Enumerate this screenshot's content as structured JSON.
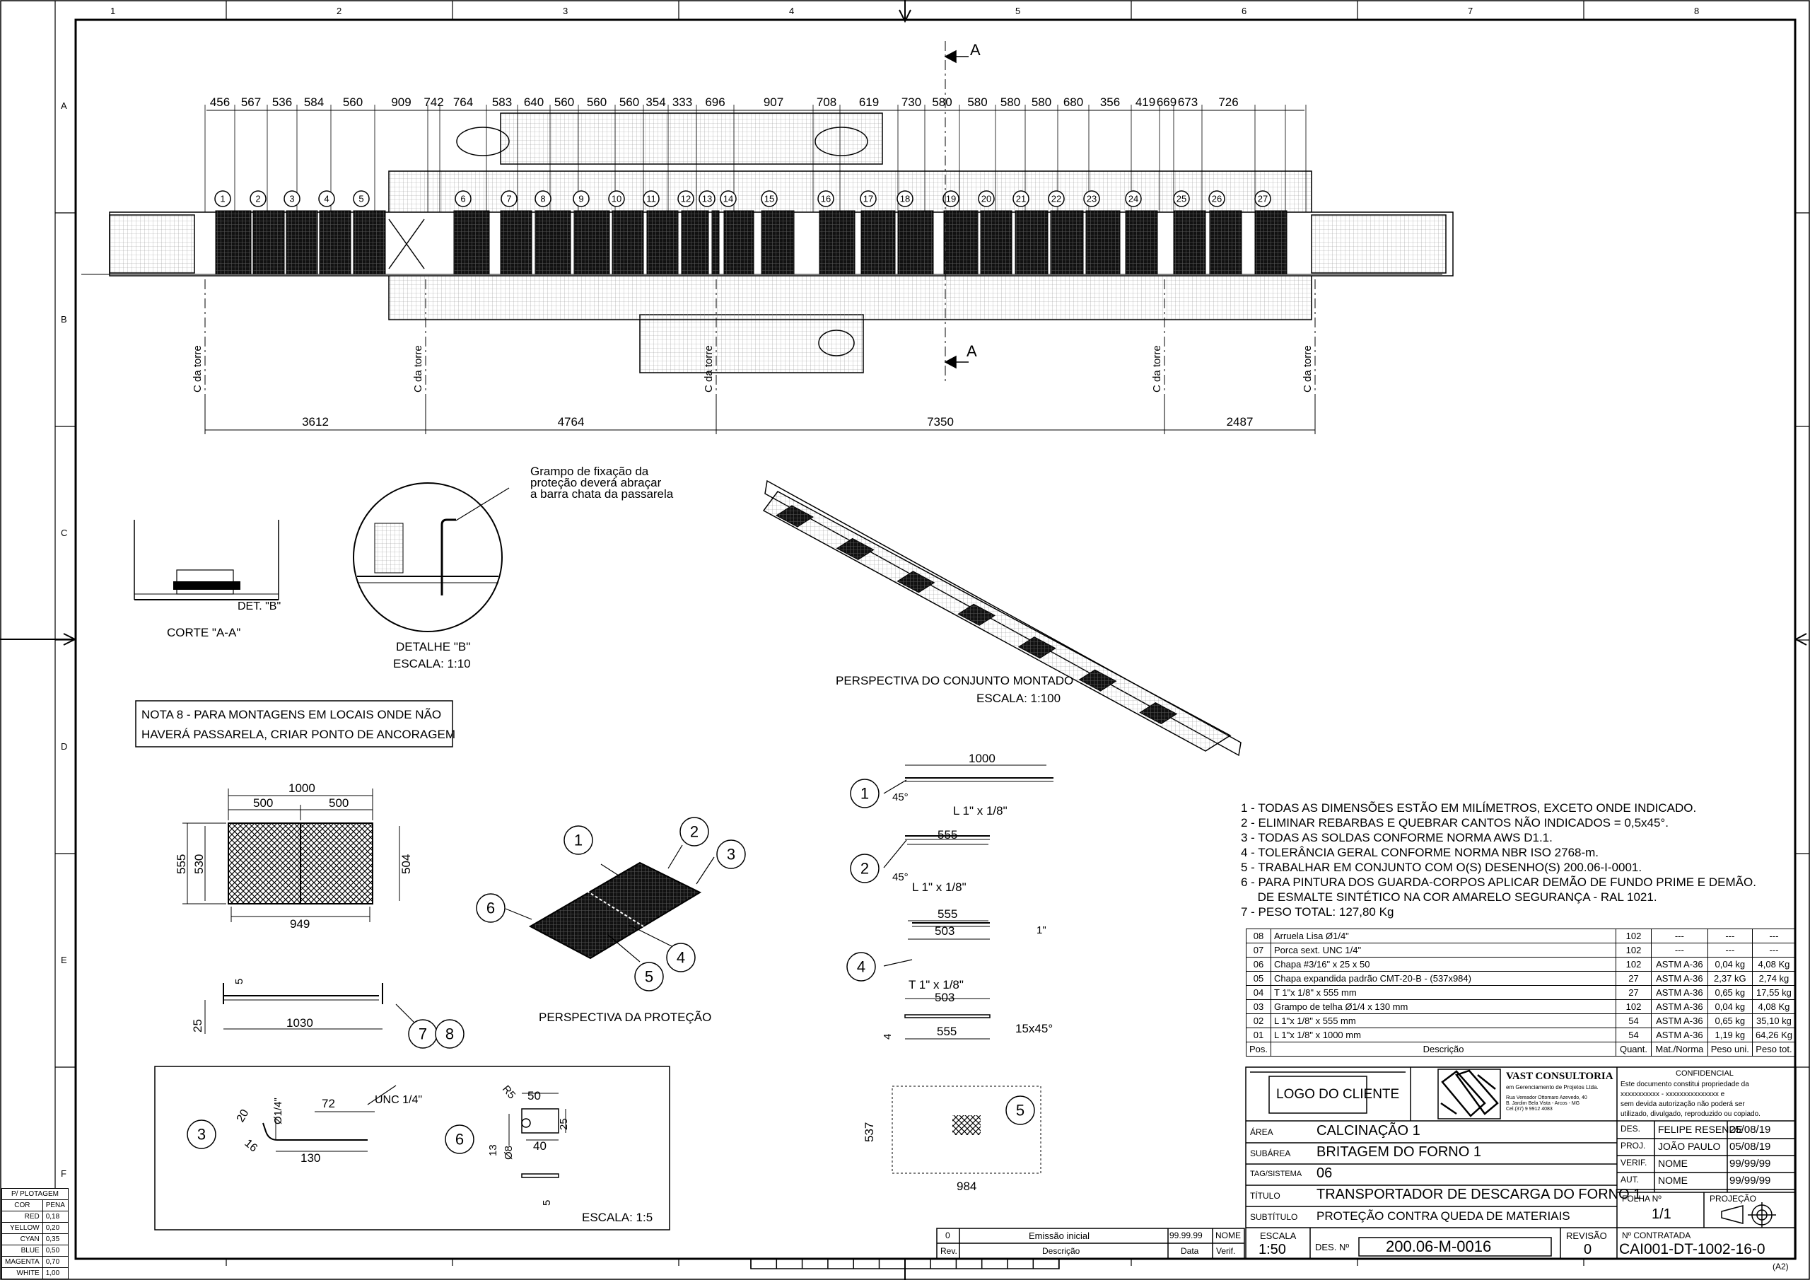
{
  "frame": {
    "columns": [
      "1",
      "2",
      "3",
      "4",
      "5",
      "6",
      "7",
      "8"
    ],
    "rows": [
      "A",
      "B",
      "C",
      "D",
      "E",
      "F"
    ]
  },
  "plan": {
    "top_dims": [
      "456",
      "567",
      "536",
      "584",
      "560",
      "909",
      "742",
      "764",
      "583",
      "640",
      "560",
      "560",
      "560",
      "354",
      "333",
      "696",
      "907",
      "708",
      "619",
      "730",
      "580",
      "580",
      "580",
      "580",
      "680",
      "356",
      "419",
      "669",
      "673",
      "726"
    ],
    "item_numbers": [
      "1",
      "2",
      "3",
      "4",
      "5",
      "6",
      "7",
      "8",
      "9",
      "10",
      "11",
      "12",
      "13",
      "14",
      "15",
      "16",
      "17",
      "18",
      "19",
      "20",
      "21",
      "22",
      "23",
      "24",
      "25",
      "26",
      "27"
    ],
    "bottom_dims": [
      "3612",
      "4764",
      "7350",
      "2487"
    ],
    "section_label": "A",
    "tower_label": "C da torre"
  },
  "views": {
    "corte_title": "CORTE \"A-A\"",
    "det_b_ref": "DET. \"B\"",
    "detalhe_title": "DETALHE \"B\"",
    "detalhe_scale": "ESCALA: 1:10",
    "grampo_note_1": "Grampo de fixação da",
    "grampo_note_2": "proteção deverá abraçar",
    "grampo_note_3": "a barra chata da passarela",
    "persp_title": "PERSPECTIVA DO CONJUNTO MONTADO",
    "persp_scale": "ESCALA: 1:100",
    "nota8_1": "NOTA 8 - PARA MONTAGENS EM LOCAIS ONDE NÃO",
    "nota8_2": "HAVERÁ PASSARELA, CRIAR PONTO DE ANCORAGEM",
    "protecao_title": "PERSPECTIVA DA PROTEÇÃO",
    "escala_15": "ESCALA: 1:5"
  },
  "parts": {
    "panel_w": "1000",
    "panel_half": "500",
    "panel_h1": "555",
    "panel_h2": "530",
    "panel_h3": "504",
    "panel_inner": "949",
    "side_len": "1030",
    "side_h": "25",
    "side_t": "5",
    "p1_len": "1000",
    "p1_prof": "L 1\" x 1/8\"",
    "angle": "45°",
    "p2_len": "555",
    "p2_prof": "L 1\" x 1/8\"",
    "p4_len1": "555",
    "p4_len2": "503",
    "p4_prof": "T 1\" x 1/8\"",
    "p4_t": "1\"",
    "p4b_len1": "503",
    "p4b_len2": "555",
    "p4b_ch": "15x45°",
    "p4b_h": "4",
    "p5_w": "984",
    "p5_h": "537",
    "p3_72": "72",
    "p3_130": "130",
    "p3_20": "20",
    "p3_16": "16",
    "p3_d": "Ø1/4\"",
    "p3_unc": "UNC 1/4\"",
    "p6_r5": "R5",
    "p6_50": "50",
    "p6_25": "25",
    "p6_40": "40",
    "p6_13": "13",
    "p6_d8": "Ø8",
    "p6_5": "5",
    "bubbles_persp": [
      "1",
      "2",
      "3",
      "4",
      "5",
      "6"
    ],
    "bubbles_side": [
      "7",
      "8"
    ]
  },
  "notes": [
    "1 - TODAS AS DIMENSÕES ESTÃO EM MILÍMETROS, EXCETO ONDE INDICADO.",
    "2 - ELIMINAR REBARBAS E QUEBRAR CANTOS NÃO INDICADOS = 0,5x45°.",
    "3 - TODAS AS SOLDAS CONFORME NORMA AWS D1.1.",
    "4 - TOLERÂNCIA GERAL CONFORME NORMA NBR ISO 2768-m.",
    "5 - TRABALHAR EM CONJUNTO COM O(S) DESENHO(S) 200.06-I-0001.",
    "6 - PARA PINTURA DOS GUARDA-CORPOS APLICAR DEMÃO DE FUNDO PRIME E DEMÃO.",
    "     DE ESMALTE SINTÉTICO NA COR AMARELO SEGURANÇA - RAL 1021.",
    "7 - PESO TOTAL: 127,80 Kg"
  ],
  "bom": {
    "rows": [
      {
        "pos": "08",
        "desc": "Arruela Lisa Ø1/4\"",
        "qty": "102",
        "mat": "---",
        "unit": "---",
        "total": "---"
      },
      {
        "pos": "07",
        "desc": "Porca sext. UNC 1/4\"",
        "qty": "102",
        "mat": "---",
        "unit": "---",
        "total": "---"
      },
      {
        "pos": "06",
        "desc": "Chapa #3/16\" x 25 x 50",
        "qty": "102",
        "mat": "ASTM A-36",
        "unit": "0,04 kg",
        "total": "4,08 Kg"
      },
      {
        "pos": "05",
        "desc": "Chapa expandida padrão CMT-20-B - (537x984)",
        "qty": "27",
        "mat": "ASTM A-36",
        "unit": "2,37 kG",
        "total": "2,74 kg"
      },
      {
        "pos": "04",
        "desc": "T 1\"x 1/8\" x 555 mm",
        "qty": "27",
        "mat": "ASTM A-36",
        "unit": "0,65 kg",
        "total": "17,55 kg"
      },
      {
        "pos": "03",
        "desc": "Grampo de telha Ø1/4 x 130 mm",
        "qty": "102",
        "mat": "ASTM A-36",
        "unit": "0,04 kg",
        "total": "4,08 Kg"
      },
      {
        "pos": "02",
        "desc": "L 1\"x 1/8\" x 555 mm",
        "qty": "54",
        "mat": "ASTM A-36",
        "unit": "0,65 kg",
        "total": "35,10 kg"
      },
      {
        "pos": "01",
        "desc": "L 1\"x 1/8\" x 1000 mm",
        "qty": "54",
        "mat": "ASTM A-36",
        "unit": "1,19 kg",
        "total": "64,26 Kg"
      }
    ],
    "headers": {
      "pos": "Pos.",
      "desc": "Descrição",
      "qty": "Quant.",
      "mat": "Mat./Norma",
      "unit": "Peso uni.",
      "total": "Peso tot."
    }
  },
  "title_block": {
    "logo_cliente": "LOGO DO CLIENTE",
    "company": "VAST CONSULTORIA",
    "company_sub": "em Gerenciamento de Projetos Ltda.",
    "company_addr1": "Rua Vereador Ottomaro Azevedo, 40",
    "company_addr2": "B. Jardim Bela Vista - Arcos - MG",
    "company_tel": "Cel.(37) 9 9912 4083",
    "conf_title": "CONFIDENCIAL",
    "conf_1": "Este documento constitui propriedade da",
    "conf_2": "xxxxxxxxxxx - xxxxxxxxxxxxxxx e",
    "conf_3": "sem devida autorização não poderá ser",
    "conf_4": "utilizado, divulgado, reproduzido ou copiado.",
    "area_label": "ÁREA",
    "area": "CALCINAÇÃO 1",
    "subarea_label": "SUBÁREA",
    "subarea": "BRITAGEM DO FORNO 1",
    "tag_label": "TAG/SISTEMA",
    "tag": "06",
    "titulo_label": "TÍTULO",
    "titulo": "TRANSPORTADOR DE DESCARGA DO FORNO 1",
    "subtitulo_label": "SUBTÍTULO",
    "subtitulo": "PROTEÇÃO CONTRA QUEDA DE MATERIAIS",
    "escala_label": "ESCALA",
    "escala": "1:50",
    "des_n_label": "DES. Nº",
    "des_n": "200.06-M-0016",
    "revisao_label": "REVISÃO",
    "revisao": "0",
    "contratada_label": "Nº CONTRATADA",
    "contratada": "CAI001-DT-1002-16-0",
    "format": "(A2)",
    "folha_label": "FOLHA Nº",
    "folha": "1/1",
    "projecao_label": "PROJEÇÃO",
    "sign": [
      {
        "role": "DES.",
        "name": "FELIPE RESENDE",
        "date": "25/08/19"
      },
      {
        "role": "PROJ.",
        "name": "JOÃO PAULO",
        "date": "05/08/19"
      },
      {
        "role": "VERIF.",
        "name": "NOME",
        "date": "99/99/99"
      },
      {
        "role": "AUT.",
        "name": "NOME",
        "date": "99/99/99"
      }
    ]
  },
  "revision": {
    "rev": "0",
    "desc": "Emissão inicial",
    "date": "99.99.99",
    "verif": "NOME",
    "h_rev": "Rev.",
    "h_desc": "Descrição",
    "h_date": "Data",
    "h_verif": "Verif."
  },
  "pens": {
    "title": "P/ PLOTAGEM",
    "h_cor": "COR",
    "h_pena": "PENA",
    "rows": [
      {
        "cor": "RED",
        "pena": "0,18"
      },
      {
        "cor": "YELLOW",
        "pena": "0,20"
      },
      {
        "cor": "CYAN",
        "pena": "0,35"
      },
      {
        "cor": "BLUE",
        "pena": "0,50"
      },
      {
        "cor": "MAGENTA",
        "pena": "0,70"
      },
      {
        "cor": "WHITE",
        "pena": "1,00"
      }
    ]
  }
}
